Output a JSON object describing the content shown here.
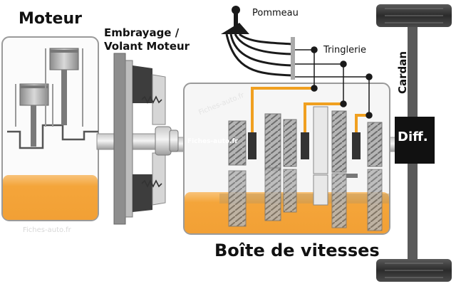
{
  "labels": {
    "moteur": "Moteur",
    "embrayage": "Embrayage /",
    "volant_moteur": "Volant Moteur",
    "pommeau": "Pommeau",
    "tringlerie": "Tringlerie",
    "cardan": "Cardan",
    "boite": "Boîte de vitesses",
    "diff": "Diff."
  },
  "watermarks": {
    "bottom_left": "Fiches-auto.fr",
    "gearbox": "Fiches-auto.fr",
    "shaft": "Fiches-auto.fr"
  },
  "colors": {
    "oil": "#f4a53a",
    "selector_rods": "#f0a020",
    "frame_gray": "#9a9a9a",
    "differential": "#111111",
    "background": "#ffffff"
  }
}
